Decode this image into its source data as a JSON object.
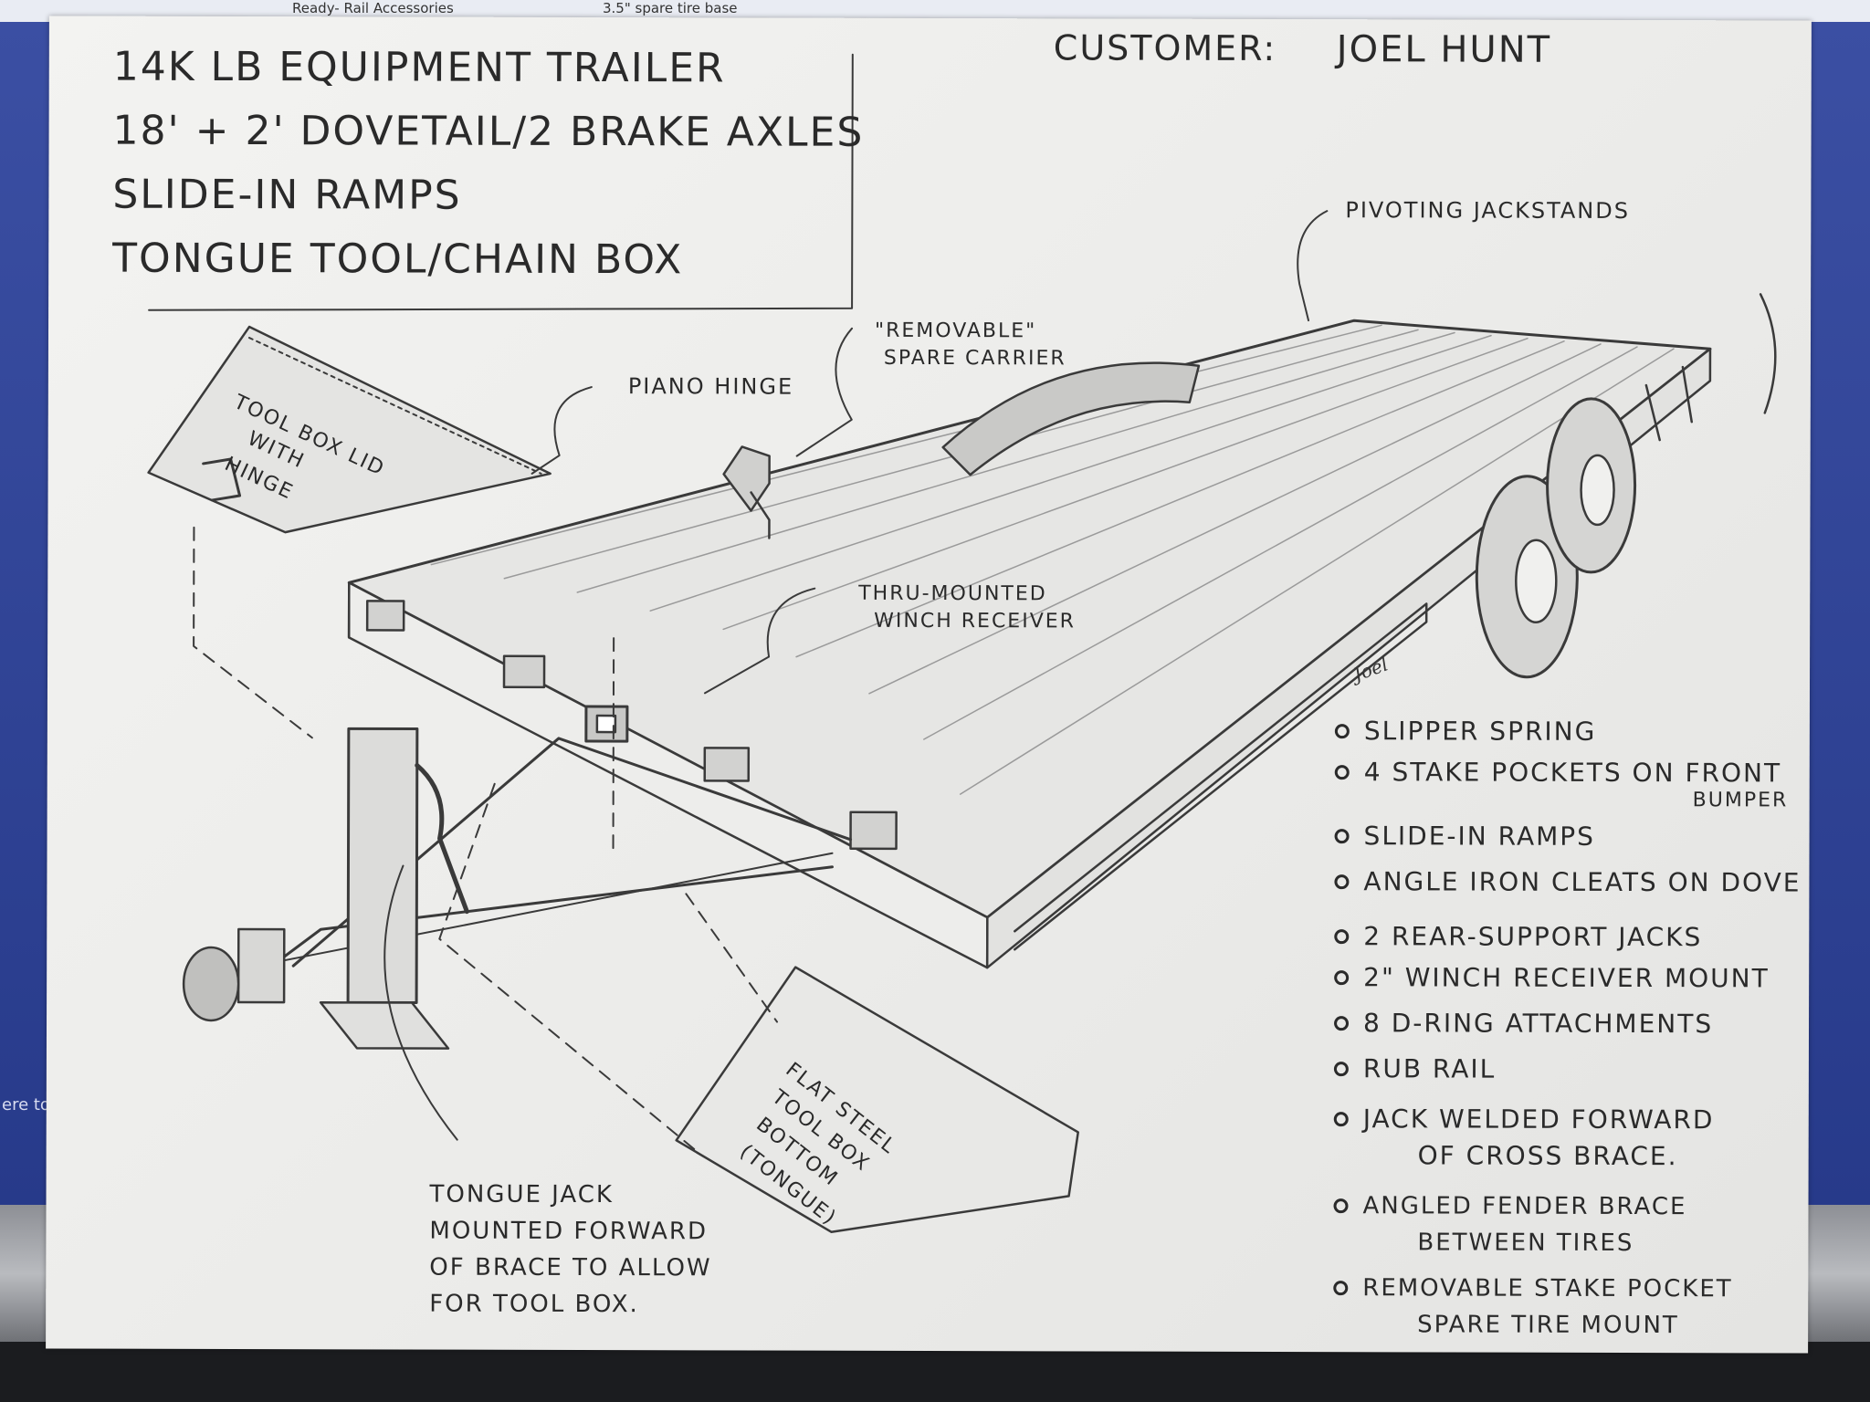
{
  "screen": {
    "tab_left": "Ready- Rail Accessories",
    "tab_right": "3.5\" spare tire base",
    "side_left": "ere to"
  },
  "sheet": {
    "title_lines": [
      "14K lb Equipment Trailer",
      "18' + 2' Dovetail/2 Brake Axles",
      "Slide-in Ramps",
      "Tongue Tool/Chain Box"
    ],
    "customer_label": "Customer:",
    "customer_name": "Joel Hunt",
    "signature": "Joel",
    "callouts": {
      "pivoting_jackstands": "Pivoting Jackstands",
      "removable_spare_line1": "\"Removable\"",
      "removable_spare_line2": "Spare Carrier",
      "piano_hinge": "Piano Hinge",
      "tool_box_lid_line1": "Tool Box Lid",
      "tool_box_lid_line2": "with",
      "tool_box_lid_line3": "Hinge",
      "winch_receiver_line1": "Thru-Mounted",
      "winch_receiver_line2": "Winch Receiver",
      "flat_steel_line1": "Flat Steel",
      "flat_steel_line2": "Tool Box",
      "flat_steel_line3": "Bottom",
      "flat_steel_line4": "(Tongue)",
      "tongue_jack_line1": "Tongue Jack",
      "tongue_jack_line2": "Mounted Forward",
      "tongue_jack_line3": "of Brace to Allow",
      "tongue_jack_line4": "For Tool Box."
    },
    "features": [
      {
        "line1": "Slipper Spring",
        "line2": ""
      },
      {
        "line1": "4 Stake Pockets on Front",
        "line2": "Bumper"
      },
      {
        "line1": "Slide-in Ramps",
        "line2": ""
      },
      {
        "line1": "Angle Iron Cleats on Dove",
        "line2": ""
      },
      {
        "line1": "2 Rear-Support Jacks",
        "line2": ""
      },
      {
        "line1": "2\" Winch Receiver Mount",
        "line2": ""
      },
      {
        "line1": "8 D-Ring Attachments",
        "line2": ""
      },
      {
        "line1": "Rub Rail",
        "line2": ""
      },
      {
        "line1": "Jack Welded Forward",
        "line2": "of Cross Brace."
      },
      {
        "line1": "Angled Fender Brace",
        "line2": "Between Tires"
      },
      {
        "line1": "Removable Stake Pocket",
        "line2": "Spare Tire Mount"
      }
    ]
  }
}
